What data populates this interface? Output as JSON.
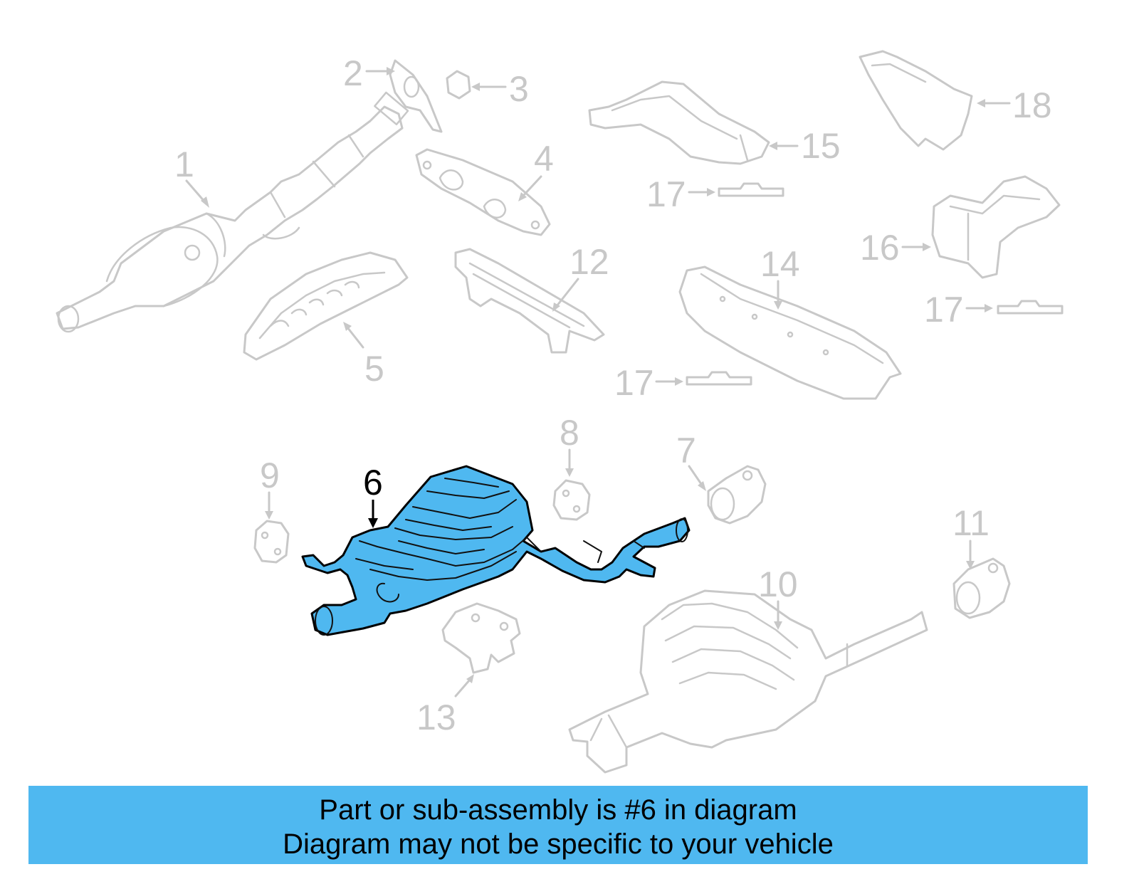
{
  "diagram": {
    "callouts": {
      "c1": "1",
      "c2": "2",
      "c3": "3",
      "c4": "4",
      "c5": "5",
      "c6": "6",
      "c7": "7",
      "c8": "8",
      "c9": "9",
      "c10": "10",
      "c11": "11",
      "c12": "12",
      "c13": "13",
      "c14": "14",
      "c15": "15",
      "c16": "16",
      "c17a": "17",
      "c17b": "17",
      "c17c": "17",
      "c18": "18"
    },
    "highlight_color": "#4fb8f0",
    "inactive_color": "#c8c8c8"
  },
  "banner": {
    "line1": "Part or sub-assembly is #6 in diagram",
    "line2": "Diagram may not be specific to your vehicle",
    "background": "#4fb8f0"
  }
}
